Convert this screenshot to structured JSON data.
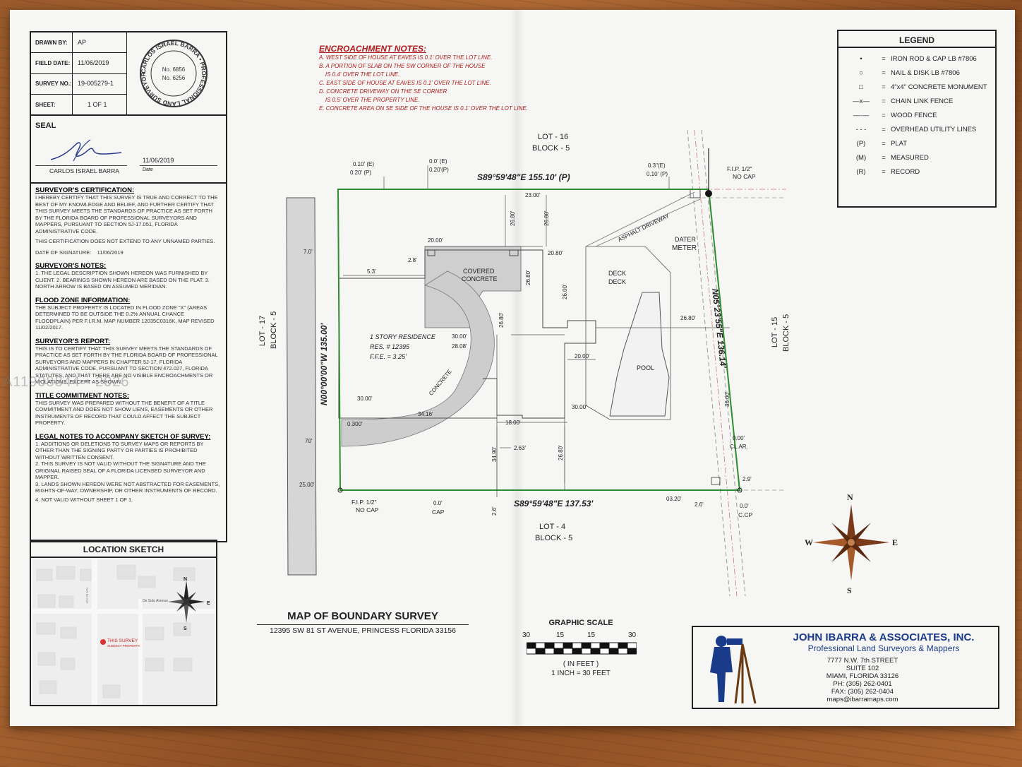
{
  "title_block": {
    "drawn_by_label": "DRAWN BY:",
    "drawn_by": "AP",
    "field_date_label": "FIELD DATE:",
    "field_date": "11/06/2019",
    "survey_no_label": "SURVEY NO.:",
    "survey_no": "19-005279-1",
    "sheet_label": "SHEET:",
    "sheet": "1 OF 1"
  },
  "stamp": {
    "ring_text": "CARLOS ISRAEL BARRA • PROFESSIONAL LAND SURVEYOR",
    "no1": "No. 6856",
    "no2": "No. 6256"
  },
  "seal": {
    "label": "SEAL",
    "name": "CARLOS ISRAEL BARRA",
    "date": "11/06/2019",
    "date_label": "Date"
  },
  "cert": {
    "title": "SURVEYOR'S CERTIFICATION:",
    "body": "I HEREBY CERTIFY THAT THIS SURVEY IS TRUE AND CORRECT TO THE BEST OF MY KNOWLEDGE AND BELIEF, AND FURTHER CERTIFY THAT THIS SURVEY MEETS THE STANDARDS OF PRACTICE AS SET FORTH BY THE FLORIDA BOARD OF PROFESSIONAL SURVEYORS AND MAPPERS, PURSUANT TO SECTION 5J-17.051, FLORIDA ADMINISTRATIVE CODE.",
    "note": "THIS CERTIFICATION DOES NOT EXTEND TO ANY UNNAMED PARTIES.",
    "date_label": "DATE OF SIGNATURE:",
    "date": "11/06/2019"
  },
  "notes": {
    "title": "SURVEYOR'S NOTES:",
    "body": "1. THE LEGAL DESCRIPTION SHOWN HEREON WAS FURNISHED BY CLIENT. 2. BEARINGS SHOWN HEREON ARE BASED ON THE PLAT. 3. NORTH ARROW IS BASED ON ASSUMED MERIDIAN."
  },
  "flood": {
    "title": "FLOOD ZONE INFORMATION:",
    "body": "THE SUBJECT PROPERTY IS LOCATED IN FLOOD ZONE \"X\" (AREAS DETERMINED TO BE OUTSIDE THE 0.2% ANNUAL CHANCE FLOODPLAIN) PER F.I.R.M. MAP NUMBER 12035C0316K, MAP REVISED 11/02/2017."
  },
  "report": {
    "title": "SURVEYOR'S REPORT:",
    "body": "THIS IS TO CERTIFY THAT THIS SURVEY MEETS THE STANDARDS OF PRACTICE AS SET FORTH BY THE FLORIDA BOARD OF PROFESSIONAL SURVEYORS AND MAPPERS IN CHAPTER 5J-17, FLORIDA ADMINISTRATIVE CODE, PURSUANT TO SECTION 472.027, FLORIDA STATUTES, AND THAT THERE ARE NO VISIBLE ENCROACHMENTS OR VIOLATIONS, EXCEPT AS SHOWN."
  },
  "title_commit": {
    "title": "TITLE COMMITMENT NOTES:",
    "body": "THIS SURVEY WAS PREPARED WITHOUT THE BENEFIT OF A TITLE COMMITMENT AND DOES NOT SHOW LIENS, EASEMENTS OR OTHER INSTRUMENTS OF RECORD THAT COULD AFFECT THE SUBJECT PROPERTY."
  },
  "legal": {
    "title": "LEGAL NOTES TO ACCOMPANY SKETCH OF SURVEY:",
    "items": [
      "1. ADDITIONS OR DELETIONS TO SURVEY MAPS OR REPORTS BY OTHER THAN THE SIGNING PARTY OR PARTIES IS PROHIBITED WITHOUT WRITTEN CONSENT.",
      "2. THIS SURVEY IS NOT VALID WITHOUT THE SIGNATURE AND THE ORIGINAL RAISED SEAL OF A FLORIDA LICENSED SURVEYOR AND MAPPER.",
      "3. LANDS SHOWN HEREON WERE NOT ABSTRACTED FOR EASEMENTS, RIGHTS-OF-WAY, OWNERSHIP, OR OTHER INSTRUMENTS OF RECORD.",
      "4. NOT VALID WITHOUT SHEET 1 OF 1."
    ]
  },
  "location": {
    "title": "LOCATION SKETCH",
    "marker": "THIS SURVEY",
    "marker_sub": "SUBJECT PROPERTY",
    "street1": "De Soto Avenue",
    "street2": "NW 82 Ave"
  },
  "watermark": "A11908844 • 2026",
  "encroachment": {
    "title": "ENCROACHMENT NOTES:",
    "items": [
      "A. WEST SIDE OF HOUSE AT EAVES IS 0.1' OVER THE LOT LINE.",
      "B. A PORTION OF SLAB ON THE SW CORNER OF THE HOUSE",
      "    IS 0.4' OVER THE LOT LINE.",
      "C. EAST SIDE OF HOUSE AT EAVES IS 0.1' OVER THE LOT LINE.",
      "D. CONCRETE DRIVEWAY ON THE SE CORNER",
      "    IS 0.5' OVER THE PROPERTY LINE.",
      "E. CONCRETE AREA ON SE SIDE OF THE HOUSE IS 0.1' OVER THE LOT LINE."
    ]
  },
  "legend": {
    "title": "LEGEND",
    "rows": [
      {
        "sym": "•",
        "text": "IRON ROD & CAP LB #7806"
      },
      {
        "sym": "○",
        "text": "NAIL & DISK LB #7806"
      },
      {
        "sym": "□",
        "text": "4\"x4\" CONCRETE MONUMENT"
      },
      {
        "sym": "—x—",
        "text": "CHAIN LINK FENCE"
      },
      {
        "sym": "—·—",
        "text": "WOOD FENCE"
      },
      {
        "sym": "- - -",
        "text": "OVERHEAD UTILITY LINES"
      },
      {
        "sym": "(P)",
        "text": "PLAT"
      },
      {
        "sym": "(M)",
        "text": "MEASURED"
      },
      {
        "sym": "(R)",
        "text": "RECORD"
      }
    ],
    "eq": "="
  },
  "plan": {
    "north_bearing": "S89°59'48\"E  155.10' (P)",
    "south_bearing": "S89°59'48\"E  137.53'",
    "west_bearing": "N00°00'00\"W  135.00'",
    "east_bearing": "N05°23'55\"E  136.14'",
    "lot_north": "LOT - 16",
    "block_north": "BLOCK - 5",
    "lot_south": "LOT - 4",
    "block_south": "BLOCK - 5",
    "lot_west": "LOT - 17",
    "block_west": "BLOCK - 5",
    "lot_east": "LOT - 15",
    "block_east": "BLOCK - 5",
    "residence": "1 STORY RESIDENCE",
    "res_no": "RES. # 12395",
    "ffe": "F.F.E. = 3.25'",
    "covered": "COVERED",
    "concrete": "CONCRETE",
    "deck1": "DECK",
    "deck2": "DECK",
    "pool": "POOL",
    "driveway": "ASPHALT DRIVEWAY",
    "water": "DATER",
    "meter": "METER",
    "concrete_curve": "CONCRETE",
    "fip_ne": "F.I.P. 1/2\"",
    "nocap_ne": "NO CAP",
    "fip_sw": "F.I.P. 1/2\"",
    "nocap_sw": "NO CAP",
    "cap_s": "CAP",
    "ccp": "C.CP",
    "dims": {
      "d010e": "0.10' (E)",
      "d020p": "0.20' (P)",
      "d00e": "0.0' (E)",
      "d020p2": "0.20'(P)",
      "d03e": "0.3\"(E)",
      "d010p": "0.10' (P)",
      "d2300": "23.00'",
      "d2680a": "26.80'",
      "d2680b": "26.80'",
      "d2000": "20.00'",
      "d2080": "20.80'",
      "d70": "7.0'",
      "d53": "5.3'",
      "d28": "2.8'",
      "d2680c": "26.80'",
      "d2680d": "26.80'",
      "d2600": "26.00'",
      "d2800": "28.08'",
      "d3000": "30.00'",
      "d2680e": "26.80'",
      "d2000b": "20.00'",
      "d3000b": "30.00'",
      "d3416": "34.16'",
      "d3490": "34.90'",
      "d2680f": "26.80'",
      "d3000c": "30.00'",
      "d2500": "25.00'",
      "d70b": "70'",
      "d0300": "0.300'",
      "d00": "0.0'",
      "d26": "2.6'",
      "d0320": "03.20'",
      "d26b": "2.6'",
      "d29": "2.9'",
      "d00b": "0.00'",
      "dclar": "CL.AR.",
      "d00c": "0.0'",
      "d3600": "36.00'",
      "d263": "2.63'",
      "d1800": "18.00'"
    }
  },
  "map_title": {
    "title": "MAP OF BOUNDARY SURVEY",
    "address": "12395 SW 81 ST AVENUE, PRINCESS FLORIDA 33156"
  },
  "scale": {
    "title": "GRAPHIC SCALE",
    "ticks": [
      "30",
      "15",
      "15",
      "30"
    ],
    "unit": "( IN FEET )",
    "ratio": "1 INCH = 30 FEET"
  },
  "compass": {
    "n": "N",
    "s": "S",
    "e": "E",
    "w": "W"
  },
  "company": {
    "name": "JOHN IBARRA & ASSOCIATES, INC.",
    "tagline": "Professional Land Surveyors & Mappers",
    "street": "7777 N.W. 7th STREET",
    "suite": "SUITE 102",
    "city": "MIAMI, FLORIDA 33126",
    "ph": "PH: (305) 262-0401",
    "fax": "FAX: (305) 262-0404",
    "email": "maps@ibarramaps.com"
  },
  "colors": {
    "boundary": "#2e8b2e",
    "red_notes": "#b01c1c",
    "company_blue": "#1a3a8a",
    "compass": "#7a3a1a"
  }
}
